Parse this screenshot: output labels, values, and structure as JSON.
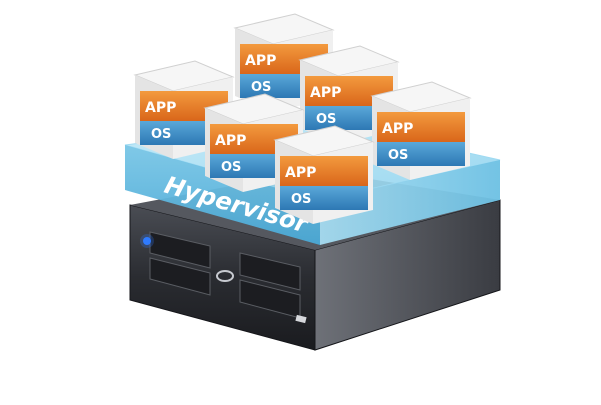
{
  "hypervisor": {
    "label": "Hypervisor"
  },
  "vm_boxes": [
    {
      "app_label": "APP",
      "os_label": "OS"
    },
    {
      "app_label": "APP",
      "os_label": "OS"
    },
    {
      "app_label": "APP",
      "os_label": "OS"
    },
    {
      "app_label": "APP",
      "os_label": "OS"
    },
    {
      "app_label": "APP",
      "os_label": "OS"
    },
    {
      "app_label": "APP",
      "os_label": "OS"
    }
  ],
  "colors": {
    "app_orange": "#e8751f",
    "os_blue": "#3d8fc6",
    "hypervisor_blue": "#7ecdea",
    "server_dark": "#2b2d31",
    "power_led": "#2f7bff"
  }
}
